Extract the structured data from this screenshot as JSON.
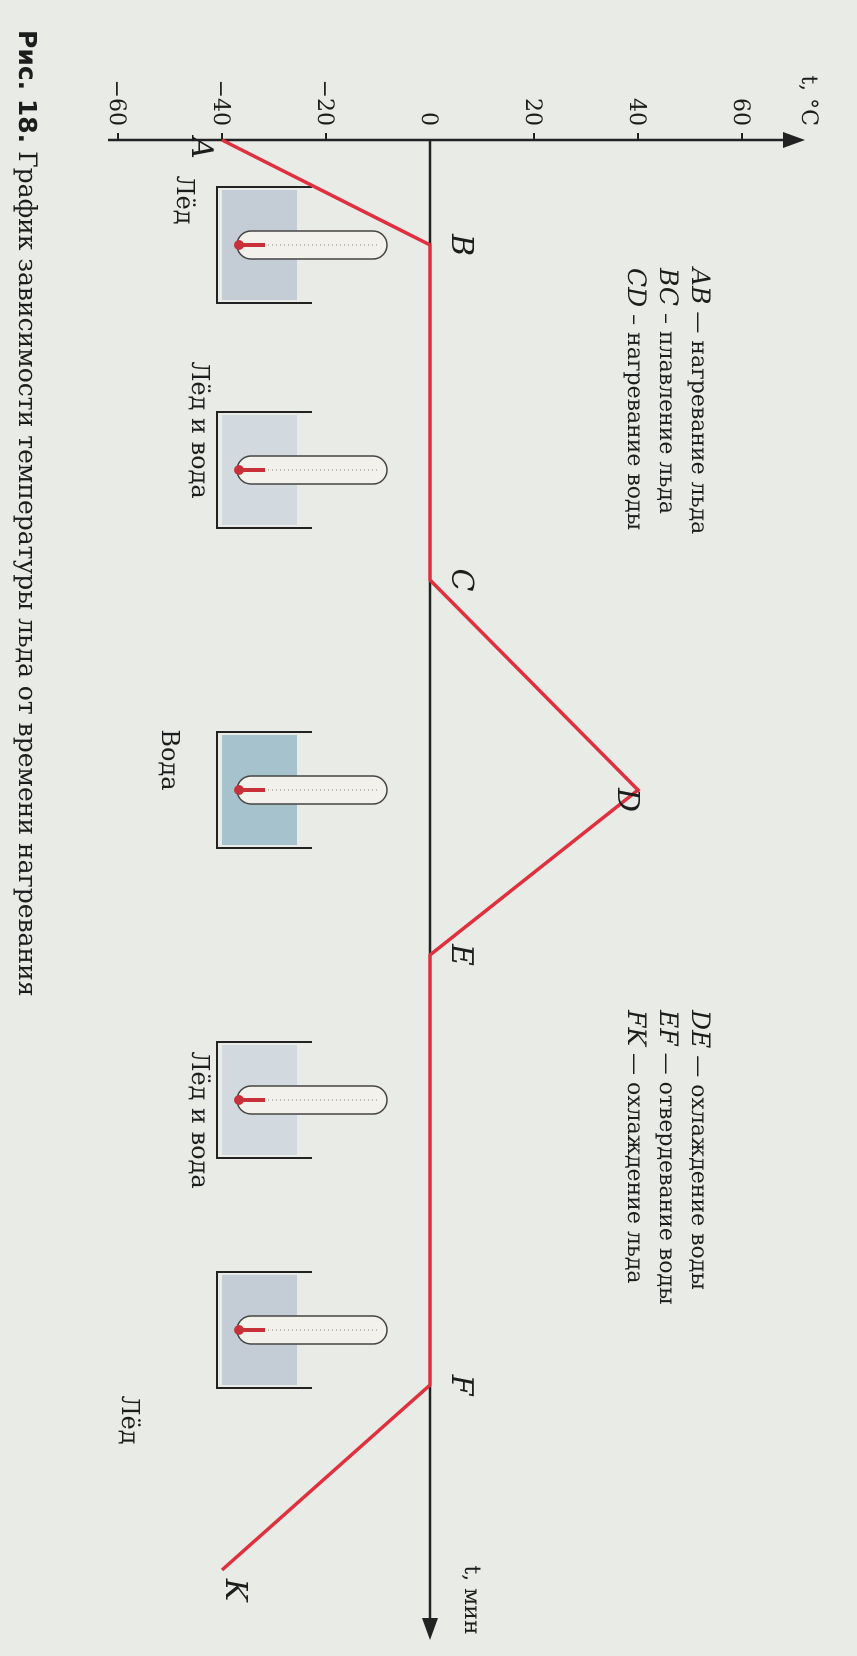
{
  "chart_data": {
    "type": "line",
    "title": "",
    "xlabel": "t, мин",
    "ylabel": "t, °C",
    "y_ticks": [
      "60",
      "40",
      "20",
      "0",
      "−20",
      "−40",
      "−60"
    ],
    "y_tick_values": [
      60,
      40,
      20,
      0,
      -20,
      -40,
      -60
    ],
    "ylim": [
      -60,
      70
    ],
    "xlim": [
      0,
      1660
    ],
    "points": [
      {
        "name": "A",
        "x": 140,
        "y": -40
      },
      {
        "name": "B",
        "x": 245,
        "y": 0
      },
      {
        "name": "C",
        "x": 580,
        "y": 0
      },
      {
        "name": "D",
        "x": 790,
        "y": 40
      },
      {
        "name": "E",
        "x": 955,
        "y": 0
      },
      {
        "name": "F",
        "x": 1385,
        "y": 0
      },
      {
        "name": "K",
        "x": 1570,
        "y": -40
      }
    ],
    "legend": [
      {
        "seg": "AB",
        "text": "— нагревание льда"
      },
      {
        "seg": "BC",
        "text": "– плавление льда"
      },
      {
        "seg": "CD",
        "text": "– нагревание воды"
      },
      {
        "seg": "DE",
        "text": "— охлаждение воды"
      },
      {
        "seg": "EF",
        "text": "— отвердевание воды"
      },
      {
        "seg": "FK",
        "text": "— охлаждение льда"
      }
    ],
    "state_labels": [
      {
        "text": "Лёд",
        "x": 200
      },
      {
        "text": "Лёд и вода",
        "x": 430
      },
      {
        "text": "Вода",
        "x": 760
      },
      {
        "text": "Лёд и вода",
        "x": 1120
      },
      {
        "text": "Лёд",
        "x": 1420
      }
    ],
    "line_color": "#e0303e",
    "axis_color": "#222222"
  },
  "caption": {
    "prefix": "Рис. 18.",
    "text": " График зависимости температуры льда от времени нагревания"
  }
}
